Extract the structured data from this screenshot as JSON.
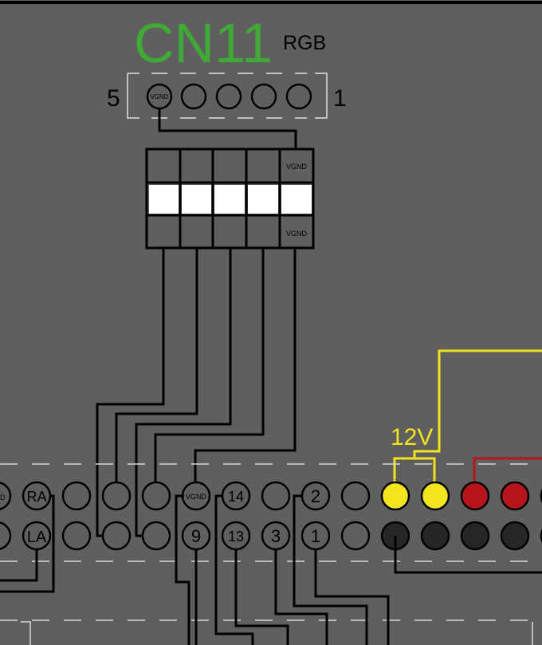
{
  "connector": {
    "title": "CN11",
    "subtitle": "RGB",
    "pin_left_number": "5",
    "pin_right_number": "1",
    "first_pin_label": "VGND",
    "block_top_label": "VGND",
    "block_bottom_label": "VGND"
  },
  "header": {
    "top_row_labels": [
      "ND",
      "RA",
      "",
      "",
      "",
      "VGND",
      "14",
      "",
      "2",
      "",
      "",
      "",
      "",
      "",
      ""
    ],
    "bottom_row_labels": [
      "",
      "LA",
      "",
      "",
      "",
      "9",
      "13",
      "3",
      "1",
      "",
      "",
      "",
      "",
      "",
      ""
    ],
    "voltage_label": "12V"
  },
  "colors": {
    "background": "#5f5f5f",
    "title_green": "#3faa35",
    "yellow": "#f2e51d",
    "red": "#b5151b",
    "dark_pin": "#262626",
    "light_pin": "#5f5f5f"
  }
}
